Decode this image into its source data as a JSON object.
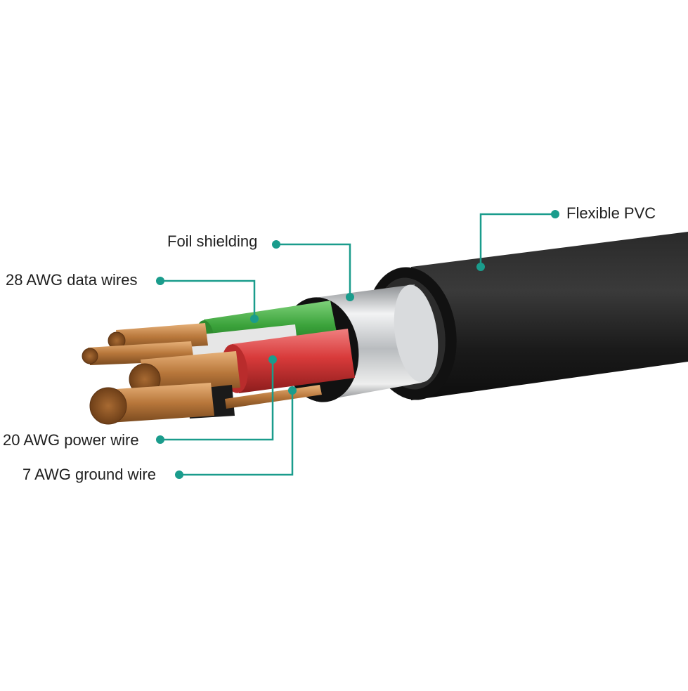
{
  "diagram": {
    "accent_color": "#1a9c8c",
    "labels": {
      "flexible_pvc": "Flexible PVC",
      "foil_shielding": "Foil shielding",
      "data_wires": "28 AWG data wires",
      "power_wire": "20 AWG power wire",
      "ground_wire": "7 AWG ground wire"
    },
    "colors": {
      "jacket": "#1c1c1c",
      "foil": "#c8cacc",
      "data_wire_green": "#3aa23a",
      "power_wire_red": "#d83a3a",
      "copper": "#c98a4a"
    }
  }
}
